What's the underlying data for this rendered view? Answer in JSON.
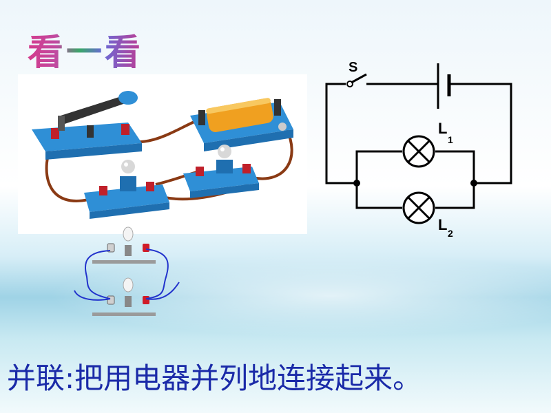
{
  "title": "看一看",
  "schematic": {
    "switch_label": "S",
    "lamp1_label": "L",
    "lamp1_sub": "1",
    "lamp2_label": "L",
    "lamp2_sub": "2"
  },
  "caption": "并联:把用电器并列地连接起来。",
  "colors": {
    "caption": "#1a2aa8",
    "wire_photo": "#8a3a14",
    "wire_mini": "#2233cc",
    "base_blue": "#2f8fd6"
  }
}
